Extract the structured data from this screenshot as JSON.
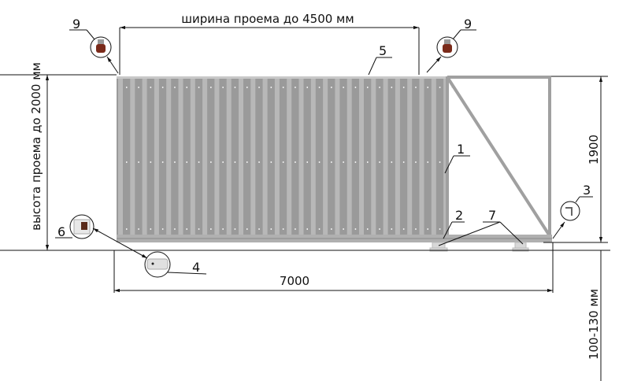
{
  "dimensions": {
    "opening_width": "ширина проема до 4500 мм",
    "opening_height": "высота проема до 2000 мм",
    "gate_height": "1900",
    "total_length": "7000",
    "clearance": "100-130 мм"
  },
  "callouts": {
    "c1": "1",
    "c2": "2",
    "c3": "3",
    "c4": "4",
    "c5": "5",
    "c6": "6",
    "c7": "7",
    "c9a": "9",
    "c9b": "9"
  },
  "colors": {
    "panel": "#9a9a9a",
    "panel_rib": "#b8b8b8",
    "frame": "#a8a8a8",
    "bracket": "#7a2a1a"
  }
}
